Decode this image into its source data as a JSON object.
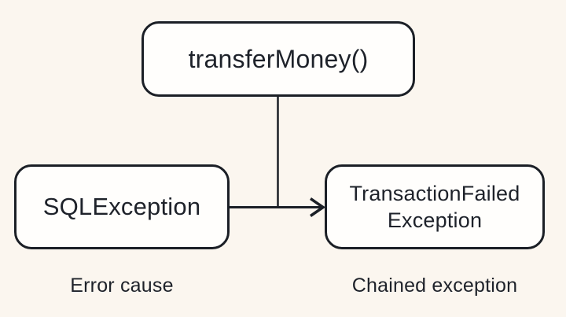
{
  "colors": {
    "background": "#FBF6EF",
    "box_fill": "#FFFEFC",
    "stroke": "#1B1F26",
    "text": "#1E222A"
  },
  "nodes": {
    "method": {
      "label": "transferMoney()"
    },
    "cause": {
      "label": "SQLException",
      "caption": "Error cause"
    },
    "result": {
      "label_line1": "TransactionFailed",
      "label_line2": "Exception",
      "caption": "Chained exception"
    }
  }
}
